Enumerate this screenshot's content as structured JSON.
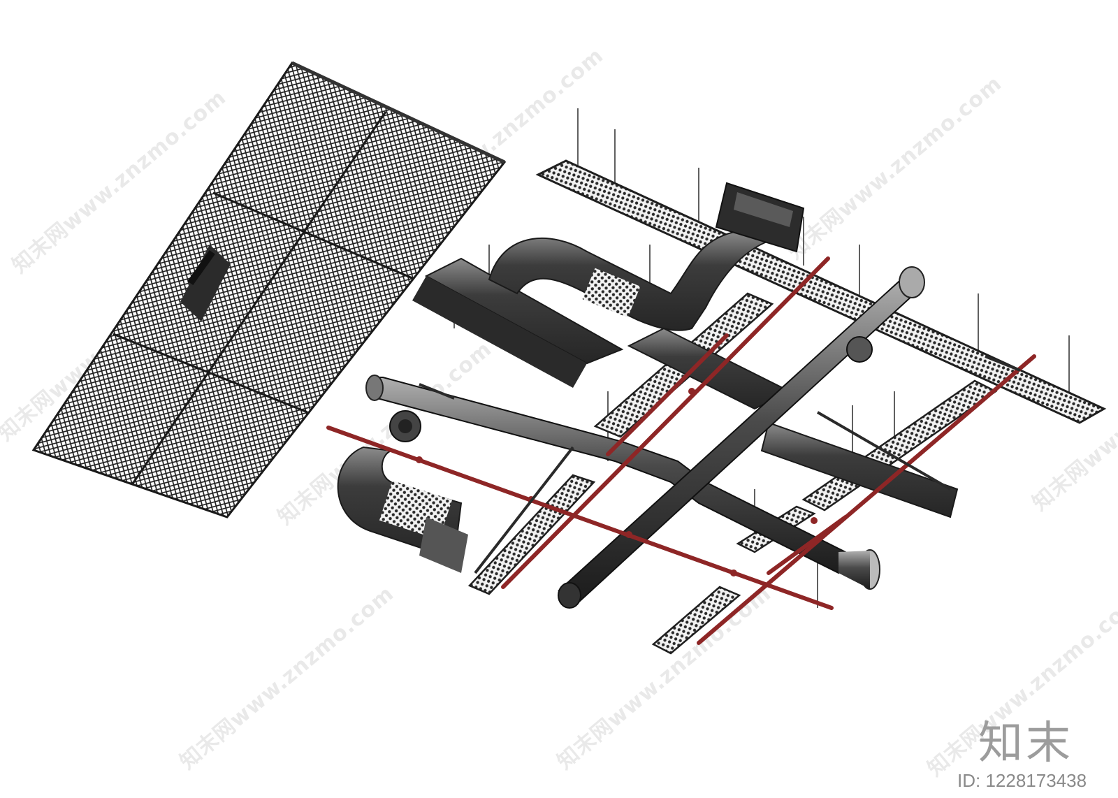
{
  "watermark": {
    "text": "知末网www.znzmo.com",
    "logo_text": "知末",
    "asset_id": "ID: 1228173438"
  },
  "colors": {
    "duct_dark": "#3a3a3a",
    "duct_mid": "#5e5e5e",
    "duct_light": "#9a9a9a",
    "mesh": "#222222",
    "pipe_red": "#8e2626",
    "rod": "#555555"
  },
  "objects": [
    {
      "name": "mesh-ceiling-panel",
      "label": ""
    },
    {
      "name": "ventilation-duct-network",
      "label": ""
    },
    {
      "name": "cable-tray",
      "label": ""
    },
    {
      "name": "sprinkler-pipe",
      "label": ""
    },
    {
      "name": "spiral-duct",
      "label": ""
    }
  ]
}
